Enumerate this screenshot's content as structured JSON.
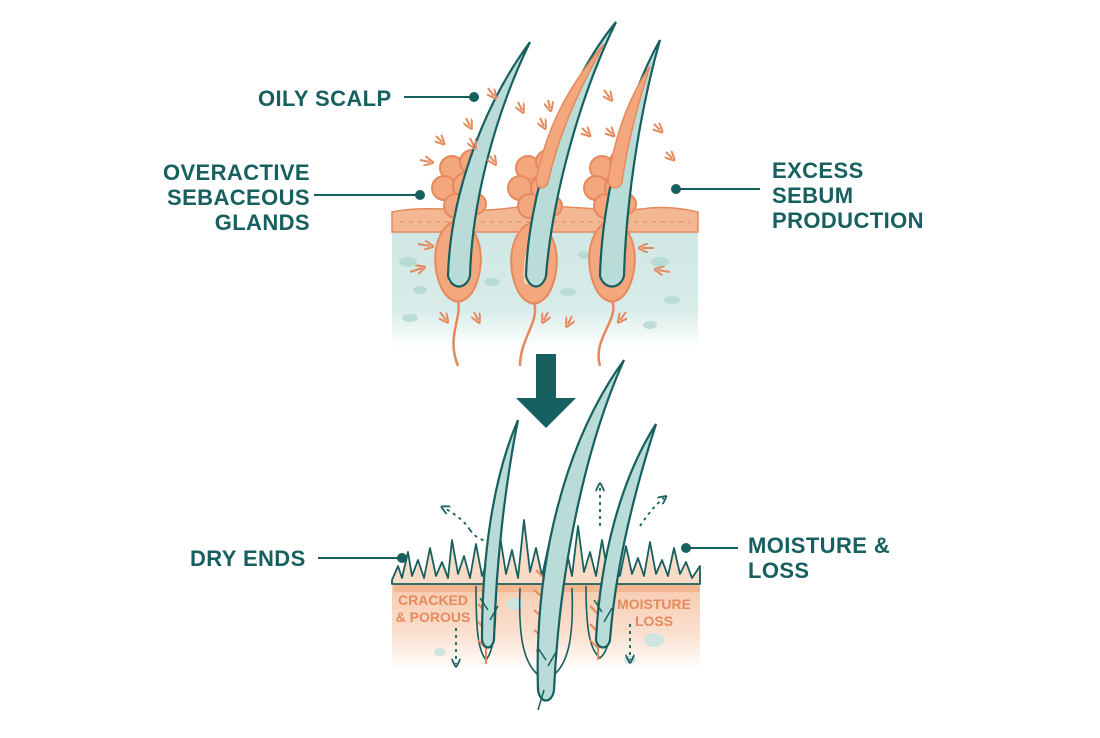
{
  "labels": {
    "oily_scalp": "OILY SCALP",
    "overactive_glands": [
      "OVERACTIVE",
      "SEBACEOUS",
      "GLANDS"
    ],
    "excess_sebum": [
      "EXCESS",
      "SEBUM",
      "PRODUCTION"
    ],
    "dry_ends": "DRY ENDS",
    "moisture_loss_outer": [
      "MOISTURE &",
      "LOSS"
    ],
    "cracked_porous": [
      "CRACKED",
      "& POROUS"
    ],
    "moisture_loss_inner": [
      "MOISTURE",
      "LOSS"
    ]
  },
  "colors": {
    "teal_dark": "#17605f",
    "teal_hair": "#b9dcd8",
    "orange": "#e6895e",
    "skin_teal": "#cfe7e3",
    "skin_orange": "#f6c9ad"
  }
}
